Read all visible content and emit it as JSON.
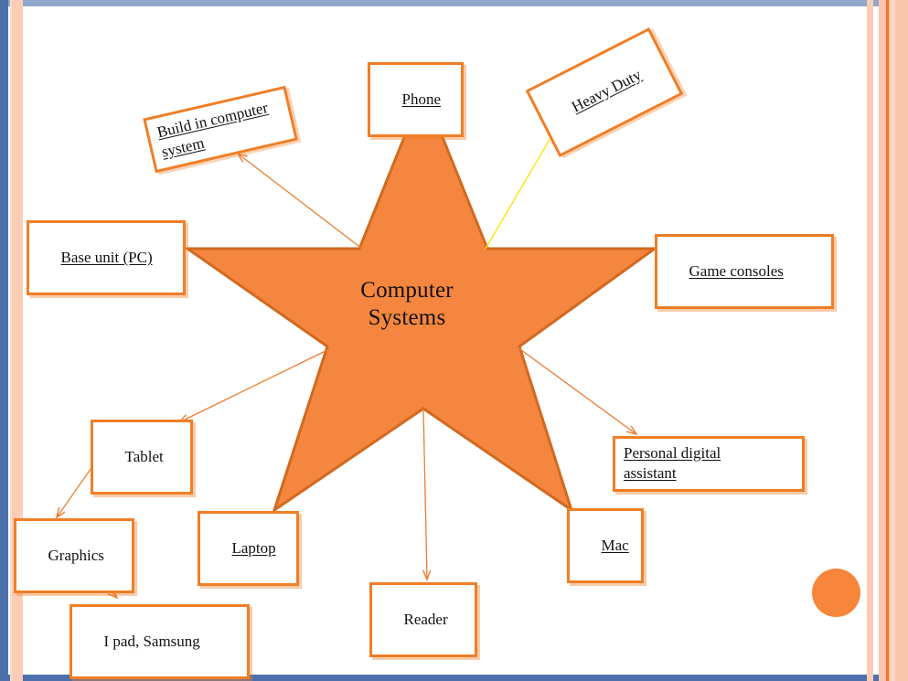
{
  "slide": {
    "title": "Computer Systems mind map",
    "background_color": "#FFFFFF",
    "accent_color": "#F07E26",
    "star_fill": "#F5863F",
    "star_stroke": "#D2691E",
    "frame_blue": "#4D70AA",
    "frame_peach": "#FBCDB5",
    "dot_color": "#F7863B"
  },
  "center": {
    "line1": "Computer",
    "line2": "Systems",
    "shape": "five-pointed-star"
  },
  "nodes": [
    {
      "id": "phone",
      "label": "Phone",
      "underline": true,
      "rotation": 0
    },
    {
      "id": "heavy-duty",
      "label": "Heavy Duty",
      "underline": true,
      "rotation": -27
    },
    {
      "id": "build-in",
      "label_line1": "Build in computer",
      "label_line2": "system",
      "underline": true,
      "rotation": -13
    },
    {
      "id": "base-unit",
      "label": "Base unit (PC)",
      "underline": true,
      "rotation": 0
    },
    {
      "id": "game-consoles",
      "label": "Game consoles",
      "underline": true,
      "rotation": 0
    },
    {
      "id": "pda",
      "label_line1": "Personal digital",
      "label_line2": "assistant",
      "underline": true,
      "rotation": 0
    },
    {
      "id": "tablet",
      "label": "Tablet",
      "underline": false,
      "rotation": 0
    },
    {
      "id": "graphics",
      "label": "Graphics",
      "underline": false,
      "rotation": 0
    },
    {
      "id": "ipad",
      "label": "I pad, Samsung",
      "underline": false,
      "rotation": 0
    },
    {
      "id": "laptop",
      "label": "Laptop",
      "underline": true,
      "rotation": 0
    },
    {
      "id": "reader",
      "label": "Reader",
      "underline": false,
      "rotation": 0
    },
    {
      "id": "mac",
      "label": "Mac",
      "underline": true,
      "rotation": 0
    }
  ],
  "connectors": [
    {
      "id": "star-to-build-in",
      "from": "star-upper-left-valley",
      "to": "build-in",
      "color": "#ED7D31",
      "arrowhead": "end"
    },
    {
      "id": "star-to-heavy-duty",
      "from": "star-upper-right-valley",
      "to": "heavy-duty",
      "color": "#FFE000",
      "arrowhead": "end"
    },
    {
      "id": "star-to-tablet",
      "from": "star-left-valley",
      "to": "tablet",
      "color": "#ED7D31",
      "arrowhead": "end"
    },
    {
      "id": "tablet-to-graphics",
      "from": "tablet",
      "to": "graphics",
      "color": "#ED7D31",
      "arrowhead": "end"
    },
    {
      "id": "graphics-to-ipad",
      "from": "graphics",
      "to": "ipad",
      "color": "#ED7D31",
      "arrowhead": "end"
    },
    {
      "id": "star-to-reader",
      "from": "star-bottom-valley",
      "to": "reader",
      "color": "#ED7D31",
      "arrowhead": "end"
    },
    {
      "id": "star-to-pda",
      "from": "star-right-valley",
      "to": "pda",
      "color": "#ED7D31",
      "arrowhead": "end"
    }
  ]
}
